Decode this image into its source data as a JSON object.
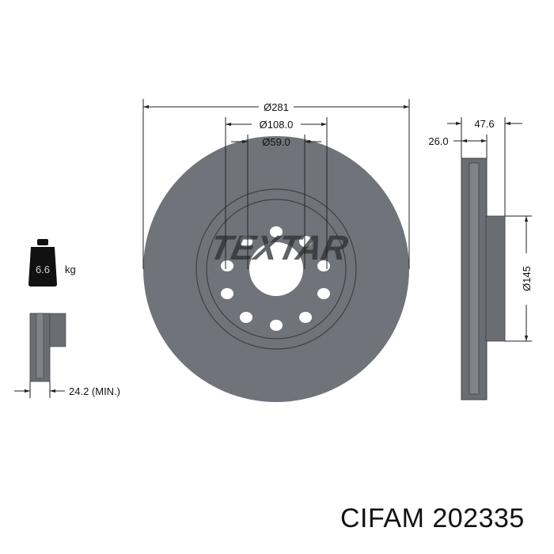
{
  "drawing": {
    "brand_watermark": "TEXTAR",
    "dimensions": {
      "outer_diameter": "Ø281",
      "bolt_circle": "Ø108.0",
      "center_bore": "Ø59.0",
      "overall_height": "47.6",
      "thickness": "26.0",
      "hat_diameter": "Ø145",
      "min_thickness": "24.2 (MIN.)"
    },
    "weight": {
      "value": "6.6",
      "unit": "kg"
    },
    "bolt_holes": 10,
    "colors": {
      "disc": "#707479",
      "disc_dark": "#55585c",
      "line": "#222222"
    }
  },
  "caption": "CIFAM 202335"
}
